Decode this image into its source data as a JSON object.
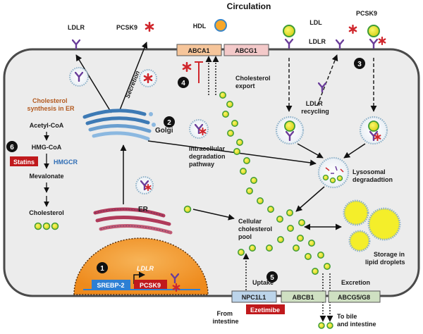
{
  "title": "Circulation",
  "top_labels": {
    "ldlr_left": "LDLR",
    "pcsk9_left": "PCSK9",
    "hdl": "HDL",
    "ldl": "LDL",
    "pcsk9_right": "PCSK9",
    "ldlr_right": "LDLR"
  },
  "transporters": {
    "abca1": "ABCA1",
    "abcg1": "ABCG1",
    "npc1l1": "NPC1L1",
    "abcb1": "ABCB1",
    "abcg5g8": "ABCG5/G8"
  },
  "processes": {
    "secretion": "Secretion",
    "cholesterol_export": [
      "Cholesterol",
      "export"
    ],
    "golgi": "Golgi",
    "er": "ER",
    "intracellular_degradation": [
      "Intracellular",
      "degradation",
      "pathway"
    ],
    "ldlr_recycling": [
      "LDLR",
      "recycling"
    ],
    "lysosomal_degradation": [
      "Lysosomal",
      "degradadtion"
    ],
    "cellular_pool": [
      "Cellular",
      "cholesterol",
      "pool"
    ],
    "storage": [
      "Storage in",
      "lipid droplets"
    ],
    "uptake": "Uptake",
    "excretion": "Excretion",
    "from_intestine": [
      "From",
      "intestine"
    ],
    "to_bile": [
      "To bile",
      "and intestine"
    ]
  },
  "synthesis": {
    "title": [
      "Cholesterol",
      "synthesis in ER"
    ],
    "acetyl_coa": "Acetyl-CoA",
    "hmg_coa": "HMG-CoA",
    "statins": "Statins",
    "hmgcr": "HMGCR",
    "mevalonate": "Mevalonate",
    "cholesterol": "Cholesterol"
  },
  "nucleus": {
    "ldlr_gene": "LDLR",
    "srebp2": "SREBP-2",
    "pcsk9_gene": "PCSK9"
  },
  "drugs": {
    "ezetimibe": "Ezetimibe"
  },
  "step_numbers": [
    "1",
    "2",
    "3",
    "4",
    "5",
    "6"
  ],
  "colors": {
    "cell_fill": "#ececec",
    "cell_border": "#4a4a4a",
    "transporter_orange": "#f6c59a",
    "transporter_pink": "#f3c9c9",
    "transporter_blue": "#bcd4ea",
    "transporter_green": "#cfe0c2",
    "drug_red": "#c0191c",
    "ldlr_purple": "#6a3d9a",
    "pcsk9_red": "#d0262c",
    "cholesterol_yellow": "#f4ee2a",
    "cholesterol_green": "#3e9c36",
    "hmgcr_blue": "#2f6db5",
    "synthesis_title": "#b35a1f",
    "nucleus_orange": "#f39a2a"
  }
}
